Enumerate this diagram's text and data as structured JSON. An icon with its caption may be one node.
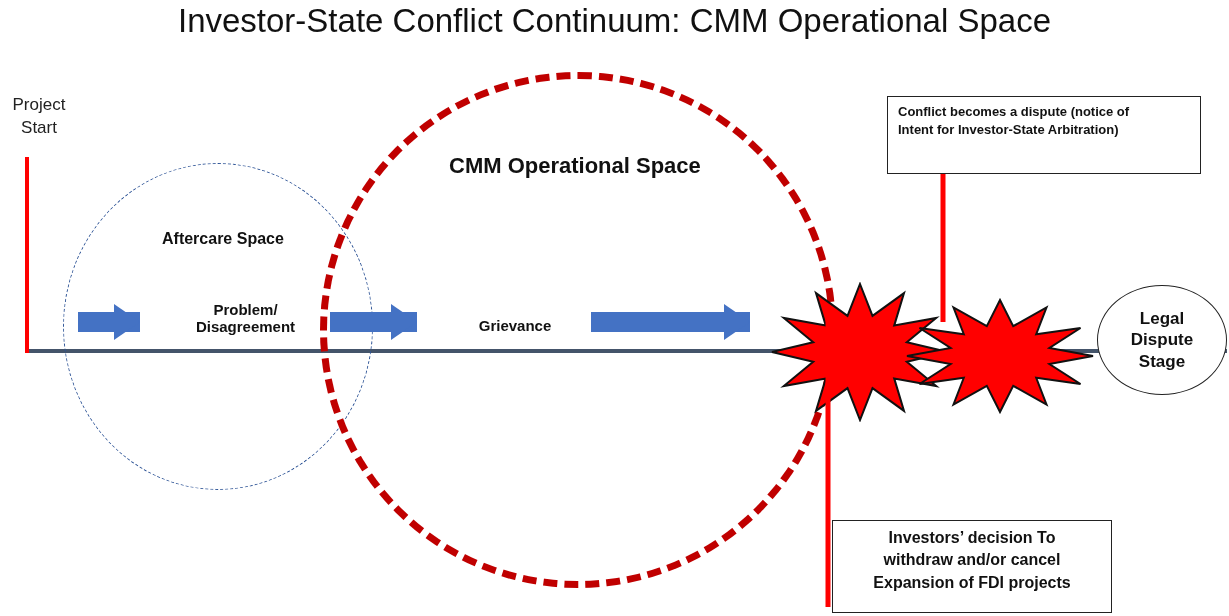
{
  "diagram": {
    "title": "Investor-State Conflict Continuum: CMM Operational Space",
    "nodes": [
      {
        "text": [
          "Aftercare Space"
        ]
      },
      {
        "text": [
          "CMM Operational Space"
        ]
      },
      {
        "text": [
          "Problem/ Disagreement"
        ],
        "in": 0
      },
      {
        "text": [
          "Grievance"
        ],
        "in": 1
      },
      {
        "text": [],
        "shape": "starburst"
      },
      {
        "text": [],
        "shape": "starburst"
      },
      {
        "text": [
          "Legal Dispute Stage"
        ]
      },
      {
        "text": [
          "Conflict becomes a dispute (notice of Intent for Investor-State Arbitration)"
        ]
      },
      {
        "text": [
          "Investors’ decision To withdraw and/or cancel Expansion of FDI projects"
        ]
      }
    ],
    "edges": [
      {
        "from": null,
        "to": 2,
        "arrow": "to"
      },
      {
        "from": 2,
        "to": 3,
        "arrow": "to"
      },
      {
        "from": 3,
        "to": 4,
        "arrow": "to"
      },
      {
        "from": 7,
        "to": 5,
        "arrow": "none",
        "color": "#ff0000"
      },
      {
        "from": 8,
        "to": 4,
        "arrow": "none",
        "color": "#ff0000"
      }
    ],
    "labels": [
      "Project Start"
    ]
  }
}
